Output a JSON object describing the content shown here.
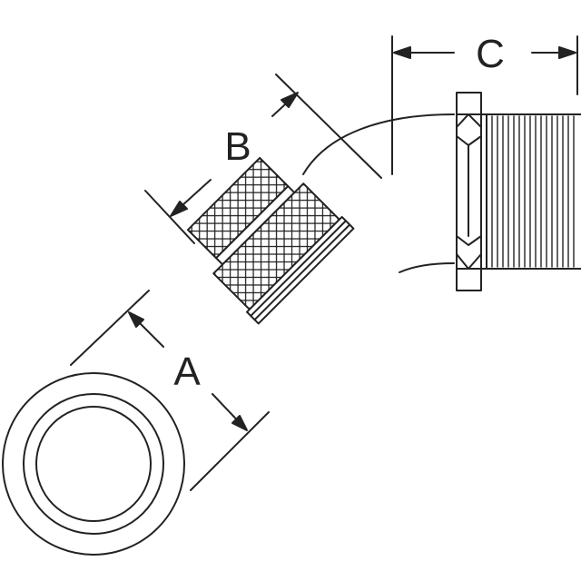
{
  "diagram": {
    "labels": {
      "a": "A",
      "b": "B",
      "c": "C"
    },
    "colors": {
      "line": "#222222",
      "fill": "#ffffff"
    }
  }
}
